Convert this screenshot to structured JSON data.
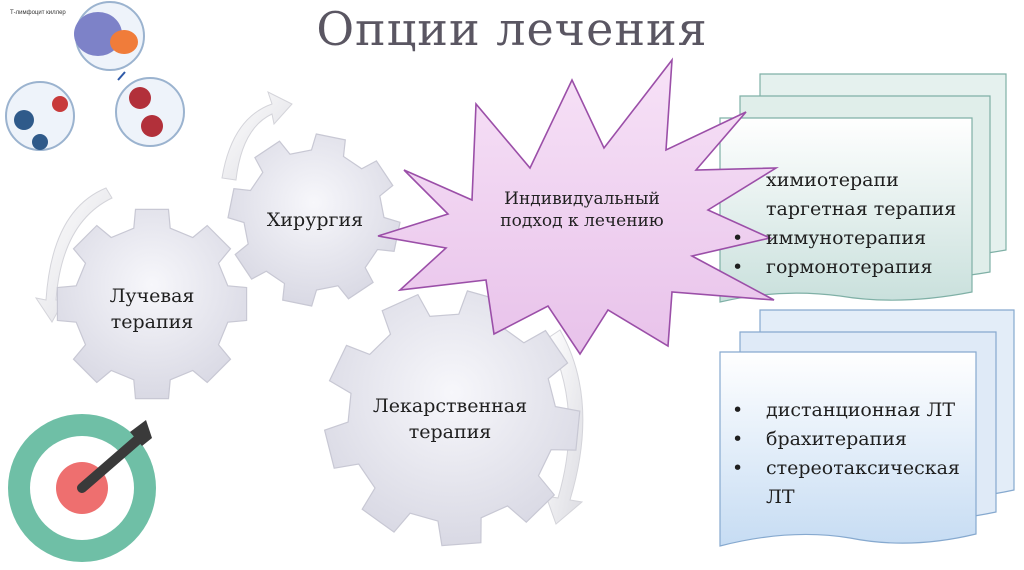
{
  "title": "Опции лечения",
  "gears": {
    "surgery": "Хирургия",
    "radiation_line1": "Лучевая",
    "radiation_line2": "терапия",
    "drug_line1": "Лекарственная",
    "drug_line2": "терапия"
  },
  "burst": {
    "line1": "Индивидуальный",
    "line2": "подход к лечению"
  },
  "drug_list": [
    {
      "text": "химиотерапи",
      "bullet": false
    },
    {
      "text": "таргетная терапия",
      "bullet": false
    },
    {
      "text": "иммунотерапия",
      "bullet": true
    },
    {
      "text": "гормонотерапия",
      "bullet": true
    }
  ],
  "radiation_list": [
    {
      "text": "дистанционная ЛТ",
      "bullet": true
    },
    {
      "text": "брахитерапия",
      "bullet": true
    },
    {
      "text": "стереотаксическая",
      "bullet": true
    },
    {
      "text": "ЛТ",
      "bullet": false
    }
  ],
  "colors": {
    "gear_fill": "#e8e8f0",
    "burst_fill": "#f0d0f0",
    "burst_stroke": "#9b4fa8",
    "doc_top_fill": "#dcebe8",
    "doc_bottom_fill": "#dbe8f6",
    "target_green": "#6fbfa6",
    "target_red": "#ee6f6f"
  },
  "icons": [
    "cells-illustration-icon",
    "target-icon",
    "cycle-arrows-icon"
  ]
}
